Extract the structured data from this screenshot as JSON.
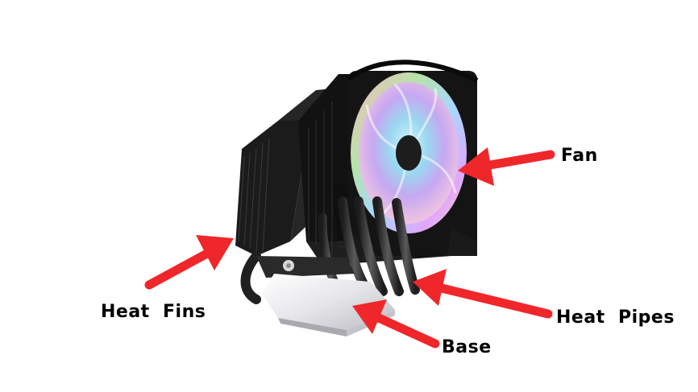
{
  "labels": {
    "fan": "Fan",
    "heat_fins": "Heat  Fins",
    "heat_pipes": "Heat  Pipes",
    "base": "Base"
  },
  "colors": {
    "arrow": "#f0272a",
    "fin_dark": "#151515",
    "fin_mid": "#2b2b2b",
    "base_metal": "#e9e9ee",
    "background": "#ffffff"
  },
  "icons": {
    "fan": "rgb-fan-icon",
    "arrow": "red-arrow-icon"
  }
}
